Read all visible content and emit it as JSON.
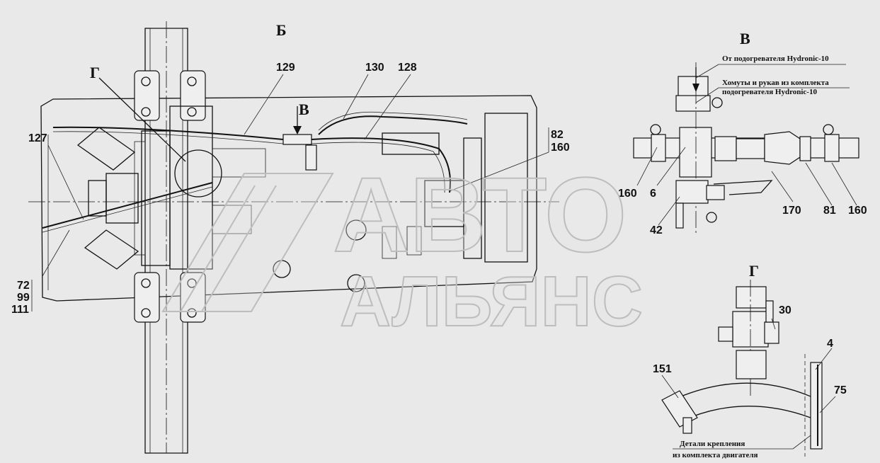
{
  "views": {
    "b": "Б",
    "v": "В",
    "g": "Г",
    "v_arrow": "В",
    "g_marker": "Г"
  },
  "main_callouts": {
    "c129": "129",
    "c130": "130",
    "c128": "128",
    "c127": "127",
    "c82": "82",
    "c160": "160",
    "c72": "72",
    "c99": "99",
    "c111": "111"
  },
  "view_v": {
    "note_heater": "От подогревателя Hydronic-10",
    "note_clamps_1": "Хомуты и рукав из комплекта",
    "note_clamps_2": "подогревателя Hydronic-10",
    "c160a": "160",
    "c6": "6",
    "c42": "42",
    "c170": "170",
    "c81": "81",
    "c160b": "160"
  },
  "view_g": {
    "c30": "30",
    "c4": "4",
    "c151": "151",
    "c75": "75",
    "note_engine_1": "Детали крепления",
    "note_engine_2": "из комплекта двигателя"
  },
  "watermark": {
    "line1": "АВТО",
    "line2": "АЛЬЯНС"
  },
  "colors": {
    "background": "#e9e9e9",
    "ink": "#111111",
    "watermark": "#bdbdbd"
  }
}
